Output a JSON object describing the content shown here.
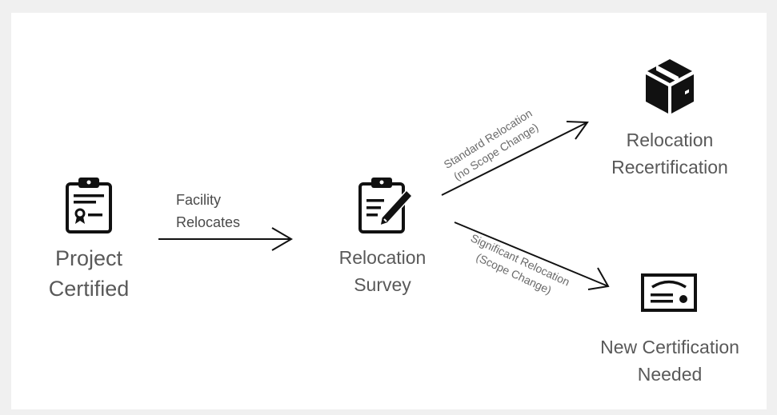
{
  "nodes": {
    "project_certified": {
      "icon": "certificate-clipboard-icon",
      "line1": "Project",
      "line2": "Certified"
    },
    "relocation_survey": {
      "icon": "clipboard-edit-icon",
      "line1": "Relocation",
      "line2": "Survey"
    },
    "relocation_recertification": {
      "icon": "box-icon",
      "line1": "Relocation",
      "line2": "Recertification"
    },
    "new_certification": {
      "icon": "certificate-icon",
      "line1": "New Certification",
      "line2": "Needed"
    }
  },
  "edges": {
    "facility_relocates": {
      "line1": "Facility",
      "line2": "Relocates"
    },
    "standard_relocation": {
      "line1": "Standard  Relocation",
      "line2": "(no Scope Change)"
    },
    "significant_relocation": {
      "line1": "Significant Relocation",
      "line2": "(Scope Change)"
    }
  },
  "colors": {
    "background": "#f0f0f0",
    "canvas": "#ffffff",
    "icon": "#111111",
    "arrow": "#111111",
    "label": "#595959"
  }
}
